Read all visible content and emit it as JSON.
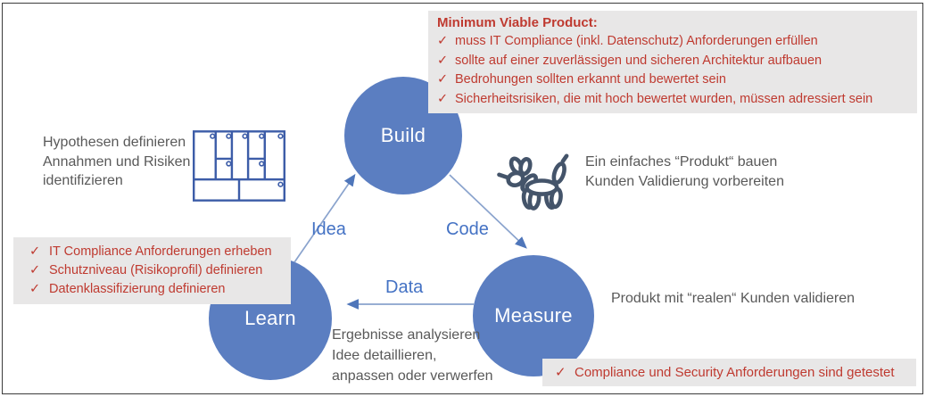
{
  "colors": {
    "circle_blue": "#5b7ec1",
    "edge_label_blue": "#4472c4",
    "arrow_line": "#8aa3cd",
    "arrow_head": "#4f76ba",
    "note_red": "#bf3a30",
    "note_box_bg": "#e8e7e7",
    "gray_text": "#595959",
    "canvas_icon_blue": "#3d5da8",
    "dog_icon_navy": "#44546a",
    "frame_border": "#3c3c3c"
  },
  "check_char": "✓",
  "cycle": {
    "build_label": "Build",
    "measure_label": "Measure",
    "learn_label": "Learn",
    "idea_label": "Idea",
    "code_label": "Code",
    "data_label": "Data"
  },
  "mvp_box": {
    "title": "Minimum Viable Product:",
    "items": [
      "muss IT Compliance (inkl. Datenschutz) Anforderungen erfüllen",
      "sollte auf einer zuverlässigen und sicheren Architektur aufbauen",
      "Bedrohungen sollten erkannt und bewertet sein",
      "Sicherheitsrisiken, die mit hoch bewertet wurden, müssen adressiert sein"
    ]
  },
  "learn_box": {
    "items": [
      "IT Compliance Anforderungen erheben",
      "Schutzniveau (Risikoprofil) definieren",
      "Datenklassifizierung definieren"
    ]
  },
  "measure_box": {
    "items": [
      "Compliance und Security Anforderungen sind getestet"
    ]
  },
  "hypotheses_note": {
    "lines": [
      "Hypothesen definieren",
      "Annahmen und Risiken",
      "identifizieren"
    ]
  },
  "build_note": {
    "lines": [
      "Ein einfaches “Produkt“ bauen",
      "Kunden Validierung vorbereiten"
    ]
  },
  "measure_note": {
    "lines": [
      "Produkt mit “realen“ Kunden validieren"
    ]
  },
  "learn_note": {
    "lines": [
      "Ergebnisse analysieren",
      "Idee detaillieren,",
      "anpassen oder verwerfen"
    ]
  },
  "icons": {
    "canvas": "business-model-canvas-icon",
    "balloon_dog": "balloon-dog-icon"
  }
}
